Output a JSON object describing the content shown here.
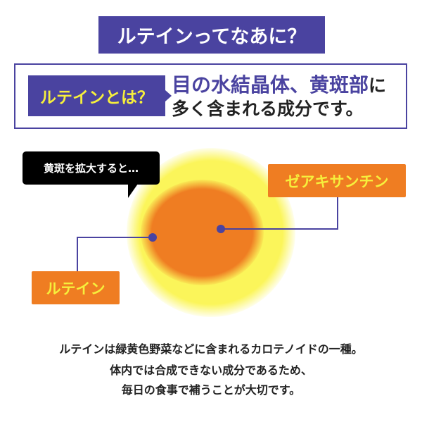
{
  "title": "ルテインってなあに？",
  "definition": {
    "label": "ルテインとは？",
    "line1_highlight": "目の水結晶体、黄斑部",
    "line1_rest": "に",
    "line2": "多く含まれる成分です。"
  },
  "diagram": {
    "bubble": "黄斑を拡大すると…",
    "zeaxanthin_label": "ゼアキサンチン",
    "lutein_label": "ルテイン"
  },
  "bottom_text": [
    "ルテインは緑黄色野菜などに含まれるカロテノイドの一種。",
    "体内では合成できない成分であるため、",
    "毎日の食事で補うことが大切です。"
  ],
  "colors": {
    "purple": "#4a43a0",
    "orange": "#ef7d22",
    "yellow": "#f6ef3c"
  }
}
